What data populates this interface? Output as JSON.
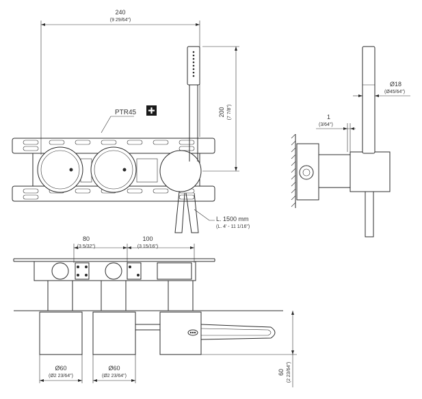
{
  "dimensions": {
    "width": {
      "mm": "240",
      "inch": "(9 29/64\")"
    },
    "hand_shower_height": {
      "mm": "200",
      "inch": "(7 7/8\")"
    },
    "hose_length": {
      "mm": "L. 1500 mm",
      "inch": "(L. 4' - 11 1/16\")"
    },
    "center_distance_1": {
      "mm": "80",
      "inch": "(3 5/32\")"
    },
    "center_distance_2": {
      "mm": "100",
      "inch": "(3 15/16\")"
    },
    "handle_diameter_1": {
      "mm": "Ø60",
      "inch": "(Ø2 23/64\")"
    },
    "handle_diameter_2": {
      "mm": "Ø60",
      "inch": "(Ø2 23/64\")"
    },
    "handle_depth": {
      "mm": "60",
      "inch": "(2 23/64\")"
    },
    "shower_diameter": {
      "mm": "Ø18",
      "inch": "(Ø45/64\")"
    },
    "gap": {
      "mm": "1",
      "inch": "(3/64\")"
    }
  },
  "part_code": "PTR45",
  "plus_symbol": "+",
  "icons": {
    "plus": "plus-icon"
  },
  "colors": {
    "line": "#2a2a2a",
    "text": "#333333",
    "background": "#ffffff"
  }
}
